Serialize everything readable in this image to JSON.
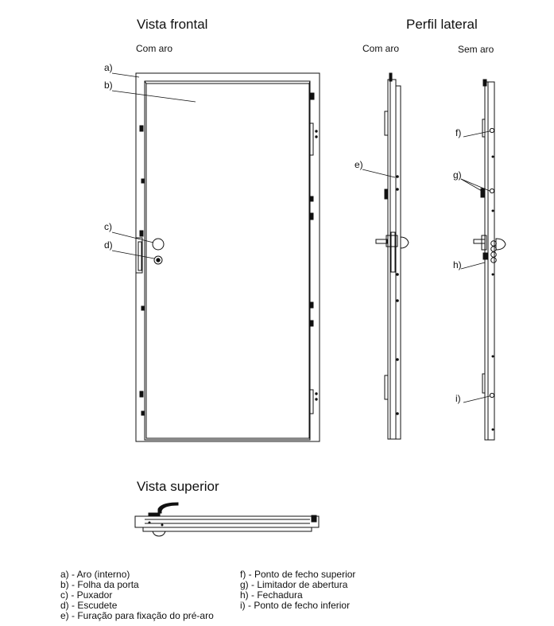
{
  "titles": {
    "front_view": "Vista frontal",
    "side_profile": "Perfil lateral",
    "top_view": "Vista superior"
  },
  "subtitles": {
    "front_with_frame": "Com aro",
    "side_with_frame": "Com aro",
    "side_without_frame": "Sem aro"
  },
  "callouts": {
    "a": "a)",
    "b": "b)",
    "c": "c)",
    "d": "d)",
    "e": "e)",
    "f": "f)",
    "g": "g)",
    "h": "h)",
    "i": "i)"
  },
  "legend": {
    "left": [
      "a) - Aro (interno)",
      "b) - Folha da porta",
      "c) - Puxador",
      "d) - Escudete",
      "e) - Furação para fixação do pré-aro"
    ],
    "right": [
      "f) - Ponto de fecho superior",
      "g) - Limitador de abertura",
      "h) - Fechadura",
      "i) - Ponto de fecho inferior"
    ]
  },
  "colors": {
    "line": "#111111",
    "background": "#ffffff"
  }
}
